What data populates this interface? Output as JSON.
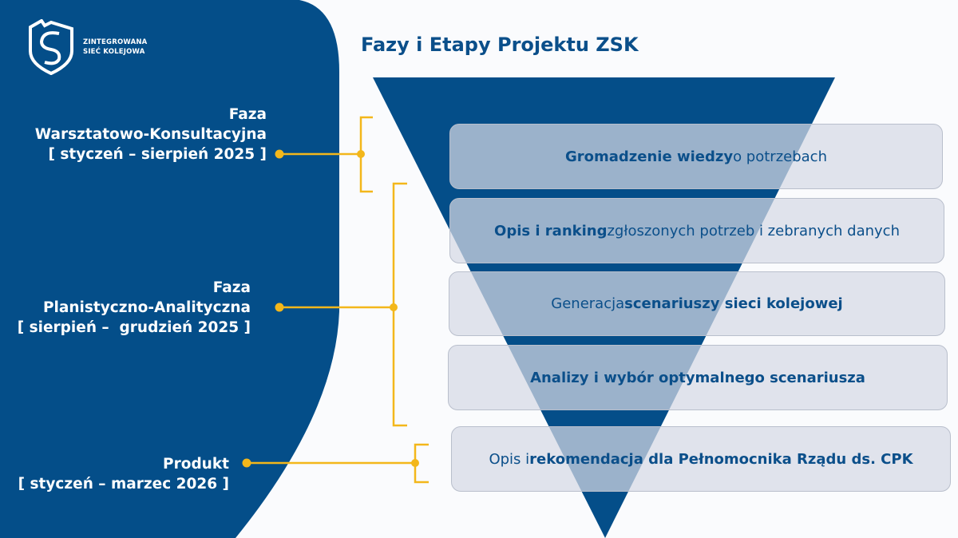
{
  "logo": {
    "line1": "ZINTEGROWANA",
    "line2": "SIEĆ KOLEJOWA"
  },
  "title": "Fazy i Etapy Projektu ZSK",
  "phases": [
    {
      "text": "Faza\nWarsztatowo-Konsultacyjna\n[ styczeń – sierpień 2025 ]"
    },
    {
      "text": "Faza\nPlanistyczno-Analityczna\n[ sierpień –  grudzień 2025 ]"
    },
    {
      "text": "Produkt\n[ styczeń – marzec 2026 ]"
    }
  ],
  "steps": [
    {
      "pre": "",
      "bold": "Gromadzenie wiedzy",
      "post": " o potrzebach"
    },
    {
      "pre": "",
      "bold": "Opis i ranking",
      "post": " zgłoszonych potrzeb i zebranych danych"
    },
    {
      "pre": "Generacja ",
      "bold": "scenariuszy sieci kolejowej",
      "post": ""
    },
    {
      "pre": "",
      "bold": "Analizy i wybór optymalnego scenariusza",
      "post": ""
    },
    {
      "pre": "Opis i ",
      "bold": "rekomendacja dla Pełnomocnika Rządu ds. CPK",
      "post": ""
    }
  ],
  "colors": {
    "navy": "#044e89",
    "accent": "#f3b71b",
    "text": "#0b4f8a"
  }
}
